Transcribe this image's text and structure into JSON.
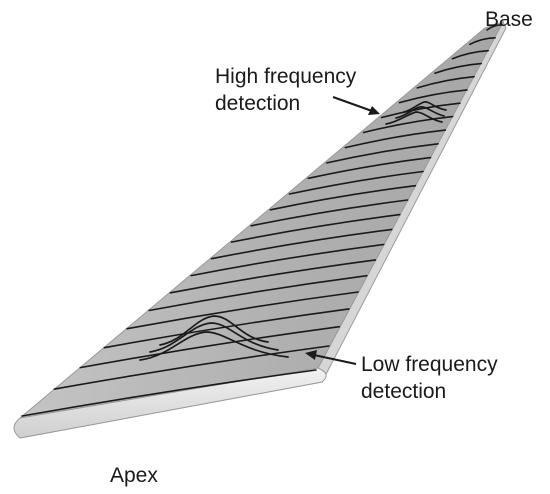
{
  "labels": {
    "base": "Base",
    "apex": "Apex",
    "high_line1": "High frequency",
    "high_line2": "detection",
    "low_line1": "Low frequency",
    "low_line2": "detection"
  },
  "colors": {
    "membrane_top": "#b4b4b4",
    "membrane_side": "#d8d8d8",
    "membrane_end": "#e6e6e6",
    "fiber": "#1a1a1a",
    "text": "#1a1a1a"
  },
  "fiber_count": 24
}
